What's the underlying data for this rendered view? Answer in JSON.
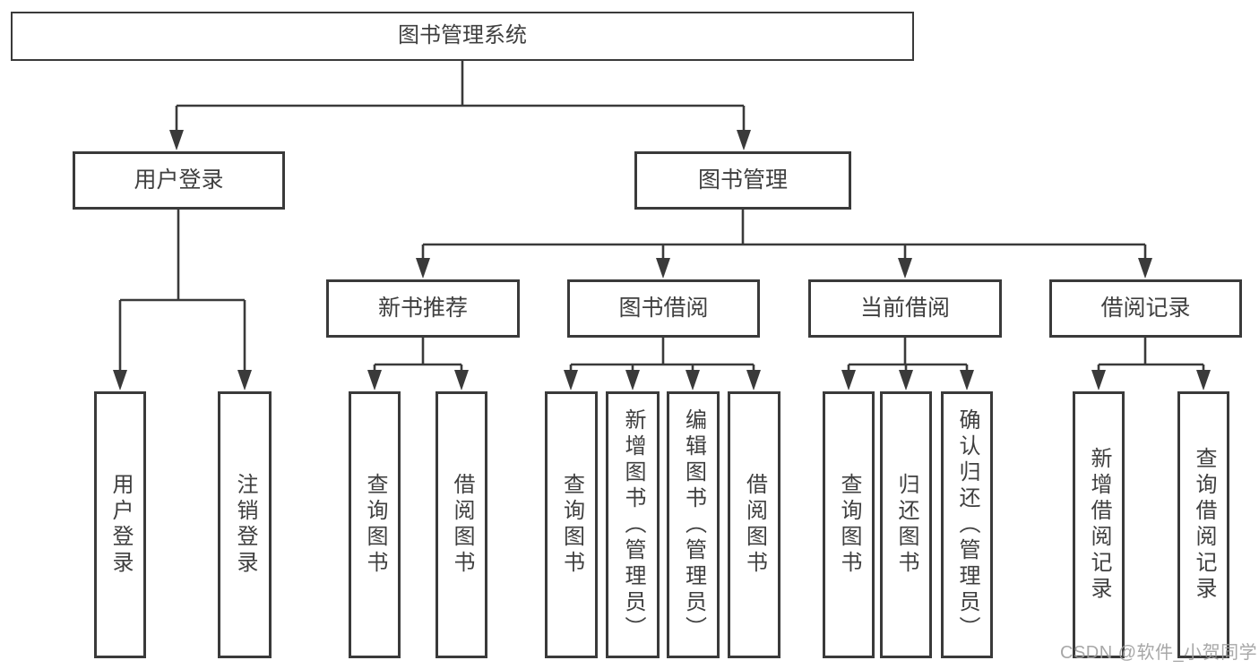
{
  "diagram": {
    "root": "图书管理系统",
    "l2": [
      "用户登录",
      "图书管理"
    ],
    "l3": [
      "新书推荐",
      "图书借阅",
      "当前借阅",
      "借阅记录"
    ],
    "l4": [
      "用户登录",
      "注销登录",
      "查询图书",
      "借阅图书",
      "查询图书",
      "新增图书（管理员）",
      "编辑图书（管理员）",
      "借阅图书",
      "查询图书",
      "归还图书",
      "确认归还（管理员）",
      "新增借阅记录",
      "查询借阅记录"
    ]
  },
  "watermark": "CSDN @软件_小贺同学",
  "colors": {
    "line": "#3a3a3a",
    "text": "#3f3f3f",
    "watermark": "#9e9e9e",
    "background": "#ffffff"
  }
}
